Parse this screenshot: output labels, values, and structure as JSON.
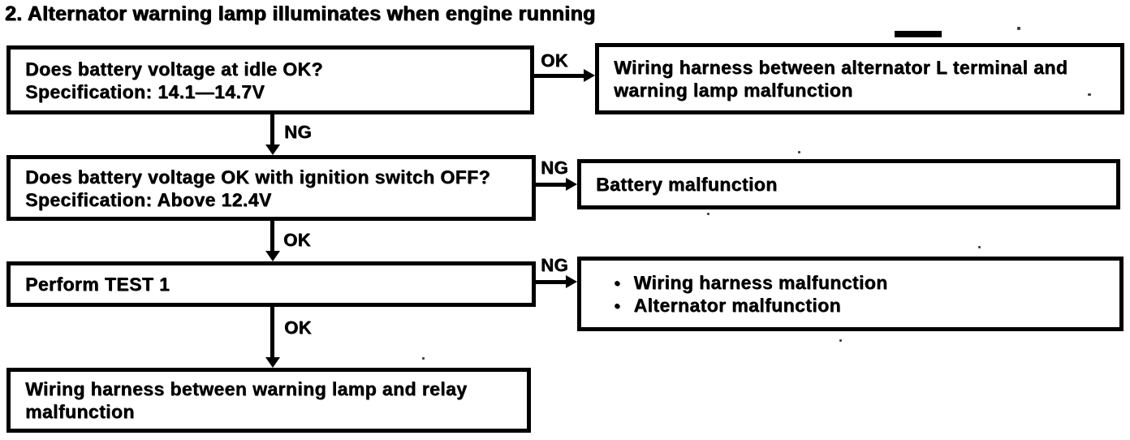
{
  "page": {
    "title": "2. Alternator warning lamp illuminates when engine running"
  },
  "boxes": {
    "l1": {
      "line1": "Does battery voltage at idle OK?",
      "line2": "Specification: 14.1—14.7V"
    },
    "r1": {
      "line1": "Wiring harness between alternator L terminal and",
      "line2": "warning lamp malfunction"
    },
    "l2": {
      "line1": "Does battery voltage OK with ignition switch OFF?",
      "line2": "Specification: Above 12.4V"
    },
    "r2": {
      "line1": "Battery malfunction"
    },
    "l3": {
      "line1": "Perform TEST 1"
    },
    "r3": {
      "bullet": "●",
      "items": [
        "Wiring harness malfunction",
        "Alternator malfunction"
      ]
    },
    "l4": {
      "line1": "Wiring harness between warning lamp and relay",
      "line2": "malfunction"
    }
  },
  "connectors": {
    "h1_label": "OK",
    "v1_label": "NG",
    "h2_label": "NG",
    "v2_label": "OK",
    "h3_label": "NG",
    "v3_label": "OK"
  },
  "colors": {
    "ink": "#000000",
    "paper": "#ffffff"
  }
}
